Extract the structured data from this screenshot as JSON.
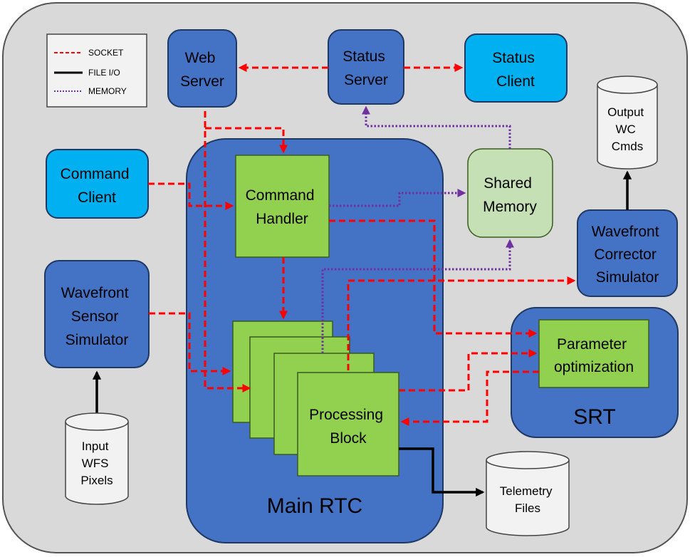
{
  "legend": {
    "socket": "SOCKET",
    "file_io": "FILE I/O",
    "memory": "MEMORY"
  },
  "colors": {
    "socket": "#ff0000",
    "file_io": "#000000",
    "memory": "#7030a0",
    "background": "#d9d9d9",
    "dark_blue": "#4472c4",
    "light_blue": "#00b0f0",
    "green": "#92d050",
    "light_green": "#c5e0b4",
    "cylinder": "#f2f2f2"
  },
  "nodes": {
    "web_server": [
      "Web",
      "Server"
    ],
    "status_server": [
      "Status",
      "Server"
    ],
    "status_client": [
      "Status",
      "Client"
    ],
    "command_client": [
      "Command",
      "Client"
    ],
    "command_handler": [
      "Command",
      "Handler"
    ],
    "shared_memory": [
      "Shared",
      "Memory"
    ],
    "wfc_simulator": [
      "Wavefront",
      "Corrector",
      "Simulator"
    ],
    "wfs_simulator": [
      "Wavefront",
      "Sensor",
      "Simulator"
    ],
    "processing_block": [
      "Processing",
      "Block"
    ],
    "parameter_optimization": [
      "Parameter",
      "optimization"
    ],
    "srt": "SRT",
    "main_rtc": "Main RTC",
    "output_wc_cmds": [
      "Output",
      "WC",
      "Cmds"
    ],
    "input_wfs_pixels": [
      "Input",
      "WFS",
      "Pixels"
    ],
    "telemetry_files": [
      "Telemetry",
      "Files"
    ]
  }
}
